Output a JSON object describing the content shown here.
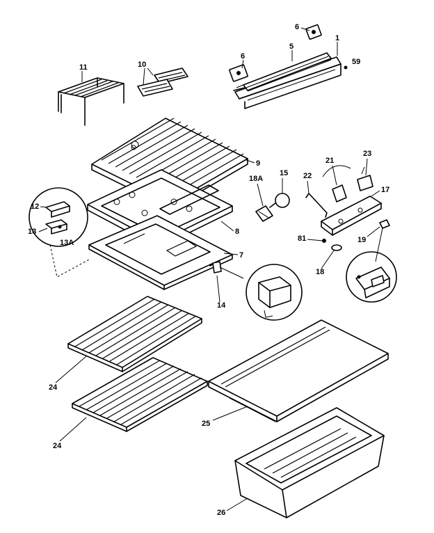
{
  "callouts": {
    "c1": "1",
    "c5": "5",
    "c6a": "6",
    "c6b": "6",
    "c59": "59",
    "c10": "10",
    "c11": "11",
    "c9": "9",
    "c18a": "18A",
    "c15": "15",
    "c22": "22",
    "c21": "21",
    "c23": "23",
    "c17": "17",
    "c12": "12",
    "c13": "13",
    "c13a": "13A",
    "c8": "8",
    "c7": "7",
    "c81": "81",
    "c19": "19",
    "c18": "18",
    "c14": "14",
    "c24a": "24",
    "c24b": "24",
    "c25": "25",
    "c26": "26"
  }
}
